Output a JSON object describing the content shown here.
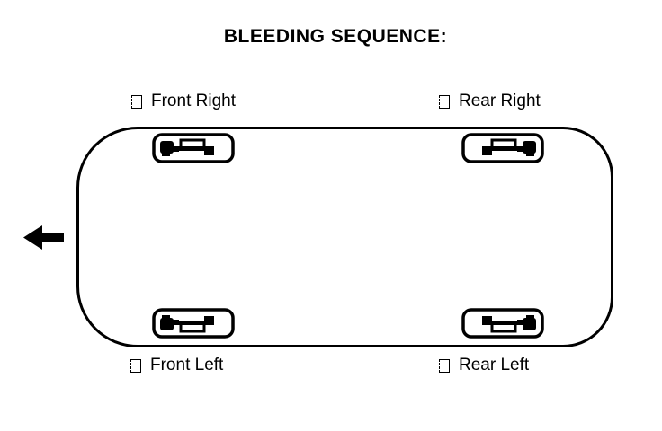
{
  "title": "BLEEDING SEQUENCE:",
  "diagram": {
    "description": "Top view of vehicle showing brake bleeding sequence, front of car pointing left",
    "labels": {
      "front_right": {
        "text": "Front Right"
      },
      "rear_right": {
        "text": "Rear Right"
      },
      "front_left": {
        "text": "Front Left"
      },
      "rear_left": {
        "text": "Rear Left"
      }
    },
    "icons": {
      "label_marker": "missing-glyph-box-icon",
      "direction": "left-arrow-icon",
      "wheel": "wheel-with-brake-caliper-icon"
    },
    "colors": {
      "line": "#000000",
      "background": "#ffffff"
    }
  }
}
